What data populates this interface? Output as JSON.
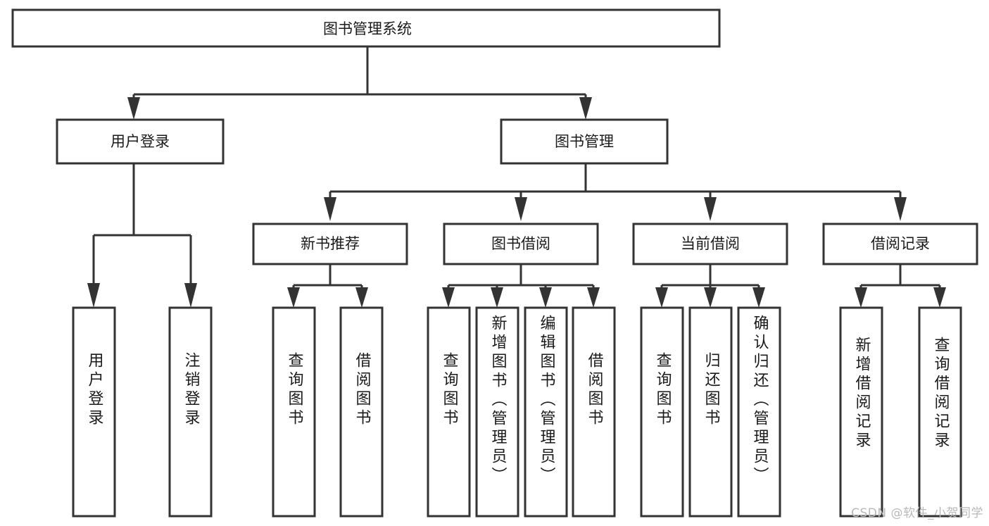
{
  "diagram": {
    "type": "tree",
    "title": "图书管理系统",
    "root": {
      "label": "图书管理系统"
    },
    "level2": [
      {
        "label": "用户登录"
      },
      {
        "label": "图书管理"
      }
    ],
    "level3": [
      {
        "label": "新书推荐"
      },
      {
        "label": "图书借阅"
      },
      {
        "label": "当前借阅"
      },
      {
        "label": "借阅记录"
      }
    ],
    "leaves": [
      {
        "label": "用户登录"
      },
      {
        "label": "注销登录"
      },
      {
        "label": "查询图书"
      },
      {
        "label": "借阅图书"
      },
      {
        "label": "查询图书"
      },
      {
        "label": "新增图书（管理员）"
      },
      {
        "label": "编辑图书（管理员）"
      },
      {
        "label": "借阅图书"
      },
      {
        "label": "查询图书"
      },
      {
        "label": "归还图书"
      },
      {
        "label": "确认归还（管理员）"
      },
      {
        "label": "新增借阅记录"
      },
      {
        "label": "查询借阅记录"
      }
    ],
    "colors": {
      "stroke": "#333333",
      "fill": "#ffffff",
      "text": "#1a1a1a",
      "watermark": "#b9b9b9"
    }
  },
  "watermark": {
    "text": "CSDN @软件_小贺同学"
  }
}
